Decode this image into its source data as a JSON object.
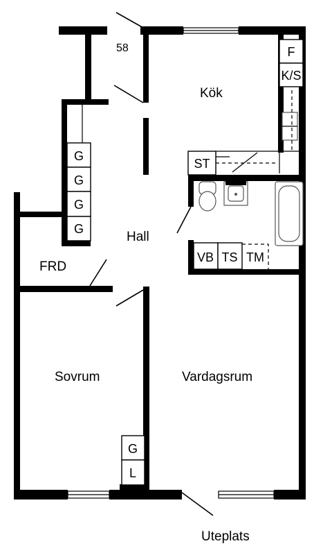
{
  "rooms": {
    "kok": "Kök",
    "hall": "Hall",
    "frd": "FRD",
    "sovrum": "Sovrum",
    "vardagsrum": "Vardagsrum",
    "uteplats": "Uteplats"
  },
  "apartment_number": "58",
  "fixtures": {
    "f": "F",
    "ks": "K/S",
    "st": "ST",
    "vb": "VB",
    "ts": "TS",
    "tm": "TM",
    "g": "G",
    "l": "L"
  },
  "colors": {
    "wall": "#000000",
    "background": "#ffffff",
    "fixture_outline": "#555555"
  }
}
